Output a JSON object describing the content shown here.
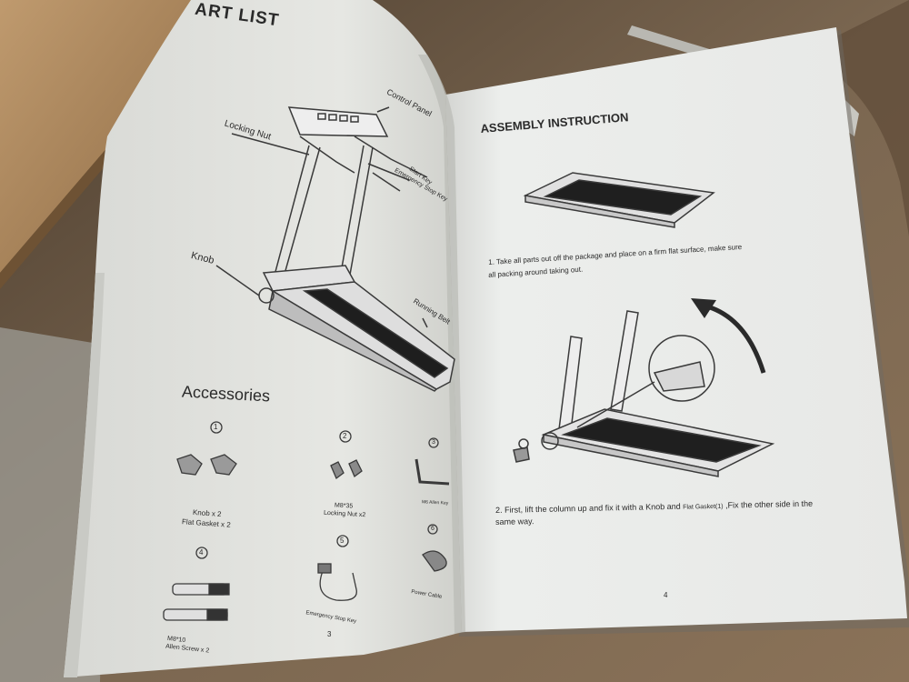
{
  "left_page": {
    "header_partial": "ART LIST",
    "callouts": {
      "control_panel": "Control Panel",
      "locking_nut": "Locking Nut",
      "start_key": "Start Key",
      "emergency_stop_key": "Emergency Stop Key",
      "knob": "Knob",
      "running_belt": "Running Belt"
    },
    "accessories_title": "Accessories",
    "accessories": [
      {
        "num": "1",
        "line1": "Knob x 2",
        "line2": "Flat Gasket x 2"
      },
      {
        "num": "2",
        "line1": "M8*35",
        "line2": "Locking Nut x2"
      },
      {
        "num": "3",
        "line1": "M6 Allen Key",
        "line2": ""
      },
      {
        "num": "4",
        "line1": "M8*10",
        "line2": "Allen Screw x 2"
      },
      {
        "num": "5",
        "line1": "Emergency Stop Key",
        "line2": ""
      },
      {
        "num": "6",
        "line1": "Power Cable",
        "line2": ""
      }
    ],
    "page_number": "3"
  },
  "right_page": {
    "title": "ASSEMBLY INSTRUCTION",
    "step1_line1": "1. Take all parts out off the package and place on a firm flat surface, make sure",
    "step1_line2": "all packing around taking out.",
    "step2_line1_a": "2. First, lift the column up and fix it with a Knob and ",
    "step2_line1_b": "Flat Gasket(1)",
    "step2_line1_c": " ,Fix the other side in the",
    "step2_line2": "same way.",
    "page_number": "4"
  },
  "colors": {
    "floor": "#6b5a48",
    "cardboard": "#b08a5f",
    "paper_left": "#e6e6e1",
    "paper_right": "#ecedec",
    "ink": "#2a2a2a"
  }
}
